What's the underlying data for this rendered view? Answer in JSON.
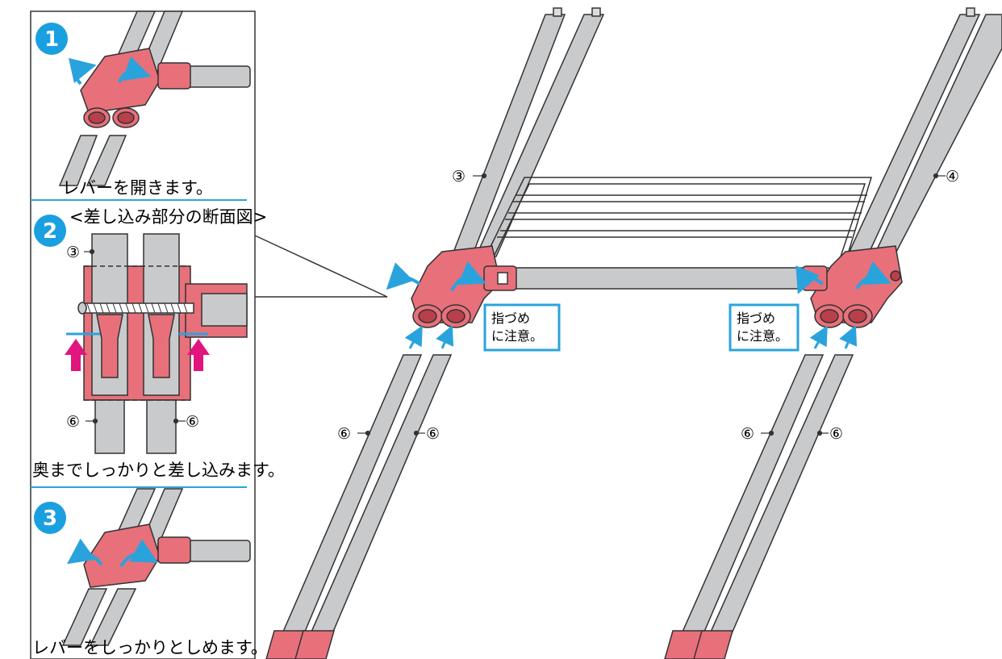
{
  "panel": {
    "steps": [
      {
        "number": "1",
        "caption": "レバーを開きます。"
      },
      {
        "number": "2",
        "heading": "<差し込み部分の断面図>",
        "caption": "奥までしっかりと差し込みます。"
      },
      {
        "number": "3",
        "caption": "レバーをしっかりとしめます。"
      }
    ],
    "section_labels": {
      "top": "③",
      "bottom_left": "⑥",
      "bottom_right": "⑥"
    }
  },
  "main": {
    "part_labels": {
      "pole_left_top": "③",
      "pole_right_top": "④",
      "pole_left_bottom_a": "⑥",
      "pole_left_bottom_b": "⑥",
      "pole_right_bottom_a": "⑥",
      "pole_right_bottom_b": "⑥"
    },
    "cautions": [
      {
        "line1": "指づめ",
        "line2": "に注意。"
      },
      {
        "line1": "指づめ",
        "line2": "に注意。"
      }
    ]
  },
  "colors": {
    "joint": "#e8707a",
    "joint_dark": "#b8404a",
    "pole": "#c9cacc",
    "arrow_blue": "#2aa3dd",
    "arrow_magenta": "#e2157f",
    "step_badge": "#1aa0e0",
    "divider": "#2aa3dd"
  }
}
